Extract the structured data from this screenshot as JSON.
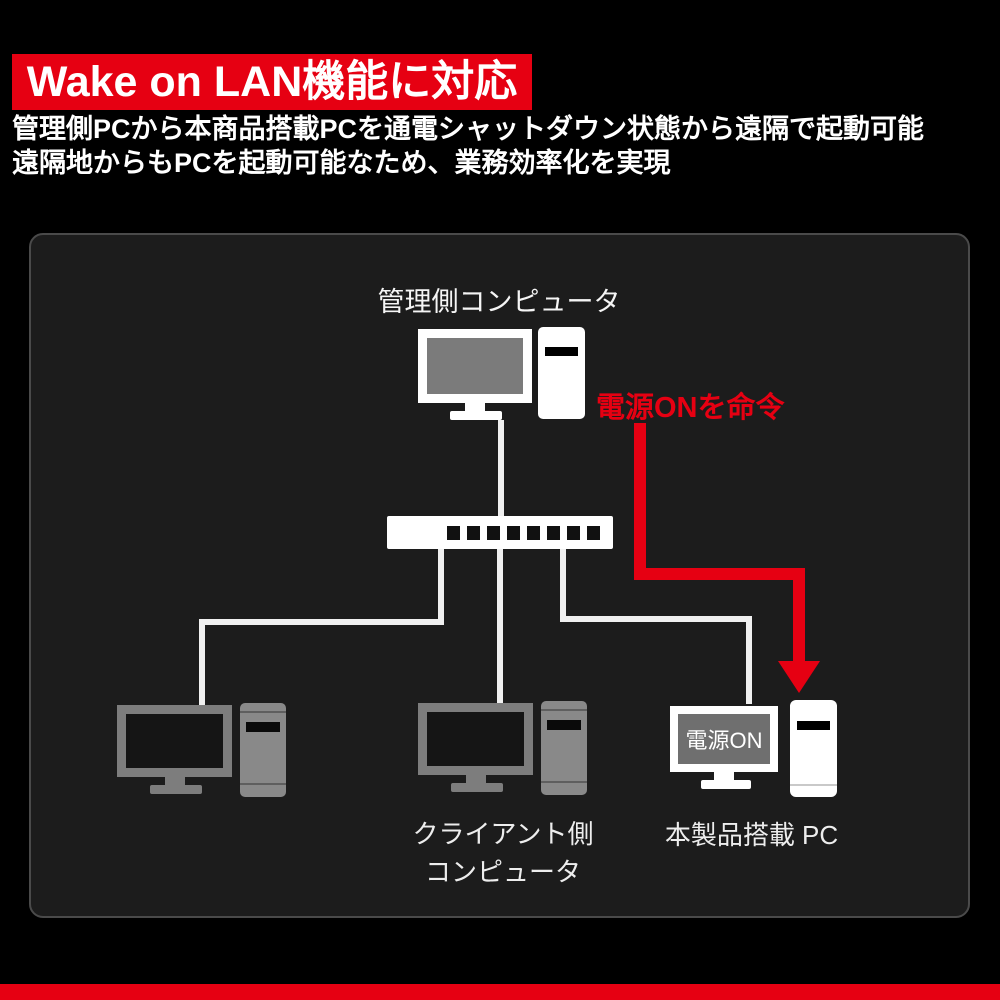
{
  "colors": {
    "background": "#000000",
    "accent_red": "#e60012",
    "panel_bg": "#1c1c1c",
    "panel_border": "#4a4a4a",
    "device_white": "#ffffff",
    "device_grey": "#7d7d7d",
    "admin_screen_grey": "#7b7b7b",
    "line_white": "#f0f0f0"
  },
  "header": {
    "banner_title": "Wake on LAN機能に対応",
    "description_line1": "管理側PCから本商品搭載PCを通電シャットダウン状態から遠隔で起動可能",
    "description_line2": "遠隔地からもPCを起動可能なため、業務効率化を実現"
  },
  "diagram": {
    "admin_label": "管理側コンピュータ",
    "command_label": "電源ONを命令",
    "power_on_screen": "電源ON",
    "client_label_line1": "クライアント側",
    "client_label_line2": "コンピュータ",
    "product_label": "本製品搭載 PC",
    "switch_ports": 8
  }
}
